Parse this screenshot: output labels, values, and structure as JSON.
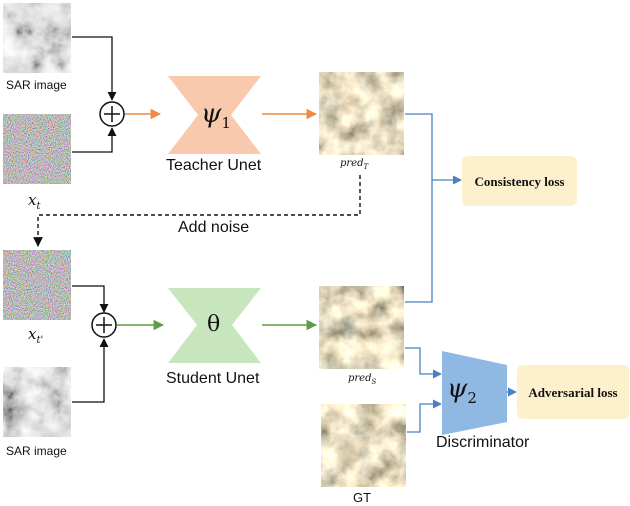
{
  "labels": {
    "sar_image_top": "SAR image",
    "noise_top": "x",
    "noise_top_sub": "t",
    "teacher_symbol": "ψ",
    "teacher_symbol_sub": "1",
    "teacher_name": "Teacher Unet",
    "pred_teacher": "pred",
    "pred_teacher_sub": "T",
    "add_noise": "Add noise",
    "noise_bottom": "x",
    "noise_bottom_sub": "t'",
    "sar_image_bottom": "SAR image",
    "student_symbol": "θ",
    "student_name": "Student Unet",
    "pred_student": "pred",
    "pred_student_sub": "S",
    "discriminator_symbol": "ψ",
    "discriminator_symbol_sub": "2",
    "discriminator_name": "Discriminator",
    "gt": "GT",
    "consistency_loss": "Consistency loss",
    "adversarial_loss": "Adversarial loss",
    "plus_symbol": "+"
  },
  "colors": {
    "teacher_fill": "#F8C9AC",
    "student_fill": "#C8E6BE",
    "discriminator_fill": "#8FB8E3",
    "loss_fill": "#FDF0CC",
    "teacher_arrow": "#EE8A45",
    "student_arrow": "#5E9C45",
    "blue_arrow": "#4A7FC1"
  }
}
